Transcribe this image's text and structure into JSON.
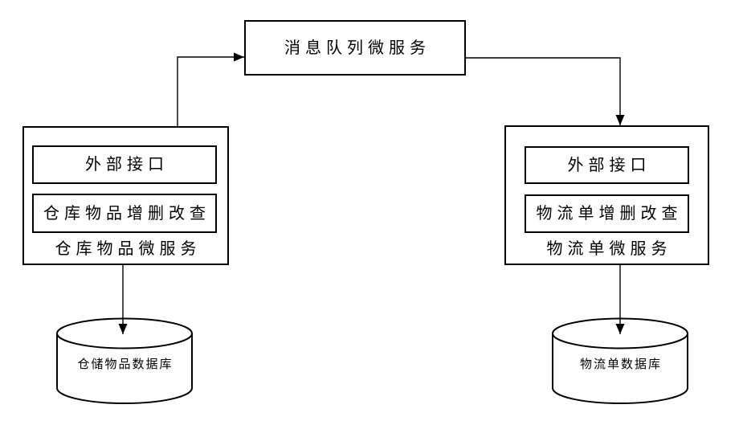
{
  "diagram": {
    "background_color": "#ffffff",
    "line_color": "#000000",
    "nodes": {
      "message_queue": {
        "label": "消息队列微服务"
      },
      "warehouse_service": {
        "label": "仓库物品微服务",
        "interface_label": "外部接口",
        "crud_label": "仓库物品增删改查"
      },
      "logistics_service": {
        "label": "物流单微服务",
        "interface_label": "外部接口",
        "crud_label": "物流单增删改查"
      },
      "warehouse_db": {
        "label": "仓储物品数据库"
      },
      "logistics_db": {
        "label": "物流单数据库"
      }
    },
    "connectors": [
      {
        "from": "warehouse_service",
        "to": "message_queue",
        "style": "elbow-arrow"
      },
      {
        "from": "message_queue",
        "to": "logistics_service",
        "style": "elbow-arrow"
      },
      {
        "from": "warehouse_service",
        "to": "warehouse_db",
        "style": "straight-arrow"
      },
      {
        "from": "logistics_service",
        "to": "logistics_db",
        "style": "straight-arrow"
      }
    ]
  }
}
